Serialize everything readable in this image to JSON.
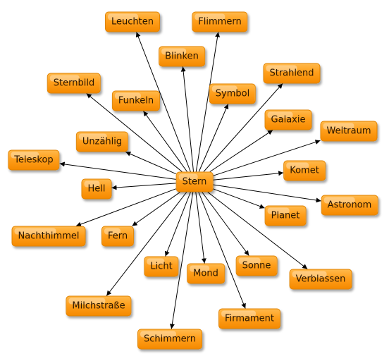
{
  "center": "Stern",
  "nodes": [
    "Leuchten",
    "Flimmern",
    "Blinken",
    "Sternbild",
    "Funkeln",
    "Symbol",
    "Strahlend",
    "Galaxie",
    "Weltraum",
    "Unzählig",
    "Teleskop",
    "Komet",
    "Hell",
    "Astronom",
    "Planet",
    "Nachthimmel",
    "Fern",
    "Licht",
    "Mond",
    "Sonne",
    "Verblassen",
    "Milchstraße",
    "Firmament",
    "Schimmern"
  ]
}
